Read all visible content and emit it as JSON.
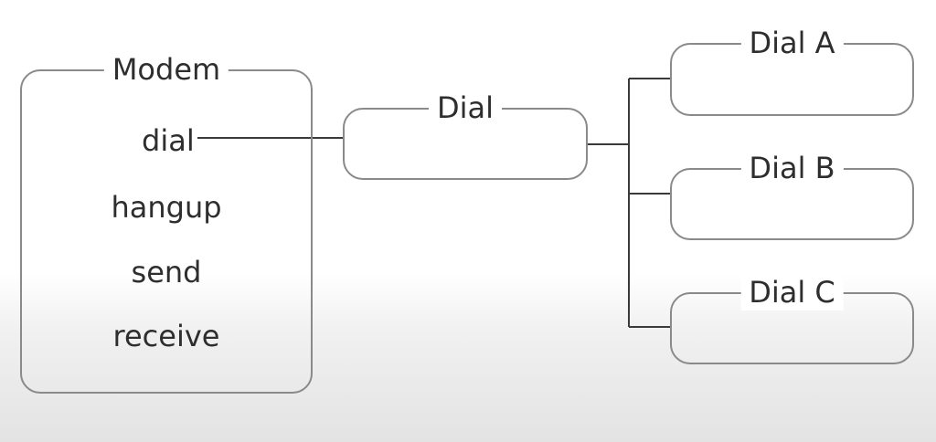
{
  "diagram": {
    "modem": {
      "title": "Modem",
      "members": [
        "dial",
        "hangup",
        "send",
        "receive"
      ]
    },
    "dial": {
      "title": "Dial"
    },
    "subclasses": [
      {
        "title": "Dial A"
      },
      {
        "title": "Dial B"
      },
      {
        "title": "Dial C"
      }
    ],
    "colors": {
      "stroke": "#8a8a8a",
      "line": "#3a3a3a",
      "text": "#2e2e2e"
    }
  }
}
